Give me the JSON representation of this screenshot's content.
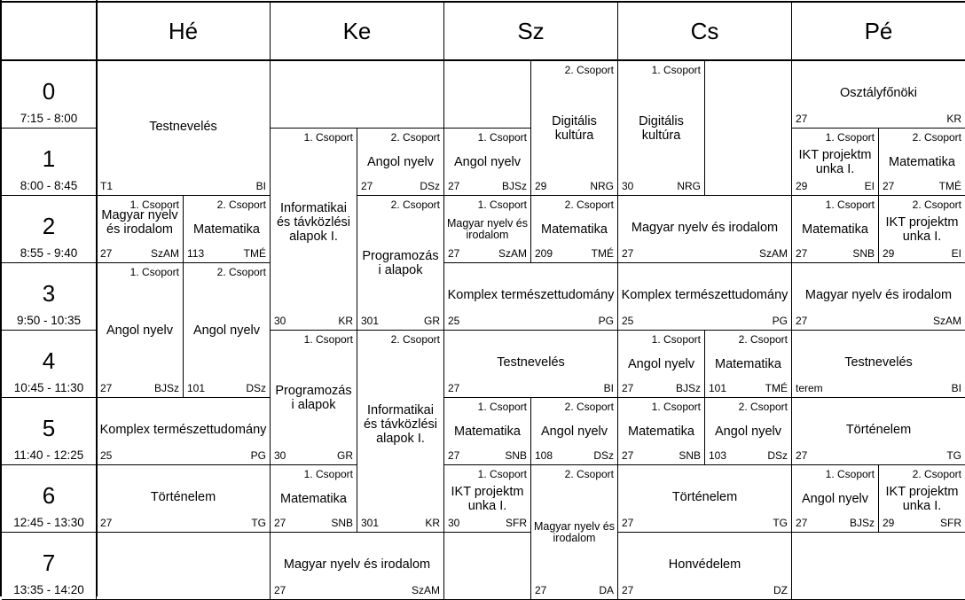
{
  "days": [
    "Hé",
    "Ke",
    "Sz",
    "Cs",
    "Pé"
  ],
  "hours": [
    {
      "num": "0",
      "time": "7:15 - 8:00"
    },
    {
      "num": "1",
      "time": "8:00 - 8:45"
    },
    {
      "num": "2",
      "time": "8:55 - 9:40"
    },
    {
      "num": "3",
      "time": "9:50 - 10:35"
    },
    {
      "num": "4",
      "time": "10:45 - 11:30"
    },
    {
      "num": "5",
      "time": "11:40 - 12:25"
    },
    {
      "num": "6",
      "time": "12:45 - 13:30"
    },
    {
      "num": "7",
      "time": "13:35 - 14:20"
    }
  ],
  "lessons": [
    {
      "day": 0,
      "col": 0,
      "span": 2,
      "row": 0,
      "rows": 2,
      "subject": "Testnevelés",
      "group": "",
      "room": "T1",
      "teacher": "BI"
    },
    {
      "day": 0,
      "col": 0,
      "span": 1,
      "row": 2,
      "rows": 1,
      "subject": "Magyar nyelv és irodalom",
      "group": "1. Csoport",
      "room": "27",
      "teacher": "SzAM"
    },
    {
      "day": 0,
      "col": 1,
      "span": 1,
      "row": 2,
      "rows": 1,
      "subject": "Matematika",
      "group": "2. Csoport",
      "room": "113",
      "teacher": "TMÉ"
    },
    {
      "day": 0,
      "col": 0,
      "span": 1,
      "row": 3,
      "rows": 2,
      "subject": "Angol nyelv",
      "group": "1. Csoport",
      "room": "27",
      "teacher": "BJSz"
    },
    {
      "day": 0,
      "col": 1,
      "span": 1,
      "row": 3,
      "rows": 2,
      "subject": "Angol nyelv",
      "group": "2. Csoport",
      "room": "101",
      "teacher": "DSz"
    },
    {
      "day": 0,
      "col": 0,
      "span": 2,
      "row": 5,
      "rows": 1,
      "subject": "Komplex természettudomány",
      "group": "",
      "room": "25",
      "teacher": "PG"
    },
    {
      "day": 0,
      "col": 0,
      "span": 2,
      "row": 6,
      "rows": 1,
      "subject": "Történelem",
      "group": "",
      "room": "27",
      "teacher": "TG"
    },
    {
      "day": 0,
      "col": 0,
      "span": 2,
      "row": 7,
      "rows": 1,
      "subject": "",
      "group": "",
      "room": "",
      "teacher": ""
    },
    {
      "day": 1,
      "col": 0,
      "span": 2,
      "row": 0,
      "rows": 1,
      "subject": "",
      "group": "",
      "room": "",
      "teacher": ""
    },
    {
      "day": 1,
      "col": 0,
      "span": 1,
      "row": 1,
      "rows": 3,
      "subject": "Informatikai és távközlési alapok I.",
      "group": "1. Csoport",
      "room": "30",
      "teacher": "KR"
    },
    {
      "day": 1,
      "col": 1,
      "span": 1,
      "row": 1,
      "rows": 1,
      "subject": "Angol nyelv",
      "group": "2. Csoport",
      "room": "27",
      "teacher": "DSz"
    },
    {
      "day": 1,
      "col": 1,
      "span": 1,
      "row": 2,
      "rows": 2,
      "subject": "Programozás i alapok",
      "group": "2. Csoport",
      "room": "301",
      "teacher": "GR"
    },
    {
      "day": 1,
      "col": 0,
      "span": 1,
      "row": 4,
      "rows": 2,
      "subject": "Programozás i alapok",
      "group": "1. Csoport",
      "room": "30",
      "teacher": "GR"
    },
    {
      "day": 1,
      "col": 1,
      "span": 1,
      "row": 4,
      "rows": 3,
      "subject": "Informatikai és távközlési alapok I.",
      "group": "2. Csoport",
      "room": "301",
      "teacher": "KR"
    },
    {
      "day": 1,
      "col": 0,
      "span": 1,
      "row": 6,
      "rows": 1,
      "subject": "Matematika",
      "group": "1. Csoport",
      "room": "27",
      "teacher": "SNB"
    },
    {
      "day": 1,
      "col": 0,
      "span": 2,
      "row": 7,
      "rows": 1,
      "subject": "Magyar nyelv és irodalom",
      "group": "",
      "room": "27",
      "teacher": "SzAM"
    },
    {
      "day": 2,
      "col": 0,
      "span": 1,
      "row": 0,
      "rows": 1,
      "subject": "",
      "group": "",
      "room": "",
      "teacher": ""
    },
    {
      "day": 2,
      "col": 1,
      "span": 1,
      "row": 0,
      "rows": 2,
      "subject": "Digitális kultúra",
      "group": "2. Csoport",
      "room": "29",
      "teacher": "NRG"
    },
    {
      "day": 2,
      "col": 0,
      "span": 1,
      "row": 1,
      "rows": 1,
      "subject": "Angol nyelv",
      "group": "1. Csoport",
      "room": "27",
      "teacher": "BJSz"
    },
    {
      "day": 2,
      "col": 0,
      "span": 1,
      "row": 2,
      "rows": 1,
      "subject": "Magyar nyelv és irodalom",
      "group": "1. Csoport",
      "room": "27",
      "teacher": "SzAM",
      "small": true
    },
    {
      "day": 2,
      "col": 1,
      "span": 1,
      "row": 2,
      "rows": 1,
      "subject": "Matematika",
      "group": "2. Csoport",
      "room": "209",
      "teacher": "TMÉ"
    },
    {
      "day": 2,
      "col": 0,
      "span": 2,
      "row": 3,
      "rows": 1,
      "subject": "Komplex természettudomány",
      "group": "",
      "room": "25",
      "teacher": "PG"
    },
    {
      "day": 2,
      "col": 0,
      "span": 2,
      "row": 4,
      "rows": 1,
      "subject": "Testnevelés",
      "group": "",
      "room": "27",
      "teacher": "BI"
    },
    {
      "day": 2,
      "col": 0,
      "span": 1,
      "row": 5,
      "rows": 1,
      "subject": "Matematika",
      "group": "1. Csoport",
      "room": "27",
      "teacher": "SNB"
    },
    {
      "day": 2,
      "col": 1,
      "span": 1,
      "row": 5,
      "rows": 1,
      "subject": "Angol nyelv",
      "group": "2. Csoport",
      "room": "108",
      "teacher": "DSz"
    },
    {
      "day": 2,
      "col": 0,
      "span": 1,
      "row": 6,
      "rows": 1,
      "subject": "IKT projektm unka I.",
      "group": "1. Csoport",
      "room": "30",
      "teacher": "SFR"
    },
    {
      "day": 2,
      "col": 1,
      "span": 1,
      "row": 6,
      "rows": 2,
      "subject": "Magyar nyelv és irodalom",
      "group": "2. Csoport",
      "room": "27",
      "teacher": "DA",
      "small": true
    },
    {
      "day": 2,
      "col": 0,
      "span": 1,
      "row": 7,
      "rows": 1,
      "subject": "",
      "group": "",
      "room": "",
      "teacher": ""
    },
    {
      "day": 3,
      "col": 0,
      "span": 1,
      "row": 0,
      "rows": 2,
      "subject": "Digitális kultúra",
      "group": "1. Csoport",
      "room": "30",
      "teacher": "NRG"
    },
    {
      "day": 3,
      "col": 1,
      "span": 1,
      "row": 0,
      "rows": 2,
      "subject": "",
      "group": "",
      "room": "",
      "teacher": ""
    },
    {
      "day": 3,
      "col": 0,
      "span": 2,
      "row": 2,
      "rows": 1,
      "subject": "Magyar nyelv és irodalom",
      "group": "",
      "room": "27",
      "teacher": "SzAM"
    },
    {
      "day": 3,
      "col": 0,
      "span": 2,
      "row": 3,
      "rows": 1,
      "subject": "Komplex természettudomány",
      "group": "",
      "room": "25",
      "teacher": "PG"
    },
    {
      "day": 3,
      "col": 0,
      "span": 1,
      "row": 4,
      "rows": 1,
      "subject": "Angol nyelv",
      "group": "1. Csoport",
      "room": "27",
      "teacher": "BJSz"
    },
    {
      "day": 3,
      "col": 1,
      "span": 1,
      "row": 4,
      "rows": 1,
      "subject": "Matematika",
      "group": "2. Csoport",
      "room": "101",
      "teacher": "TMÉ"
    },
    {
      "day": 3,
      "col": 0,
      "span": 1,
      "row": 5,
      "rows": 1,
      "subject": "Matematika",
      "group": "1. Csoport",
      "room": "27",
      "teacher": "SNB"
    },
    {
      "day": 3,
      "col": 1,
      "span": 1,
      "row": 5,
      "rows": 1,
      "subject": "Angol nyelv",
      "group": "2. Csoport",
      "room": "103",
      "teacher": "DSz"
    },
    {
      "day": 3,
      "col": 0,
      "span": 2,
      "row": 6,
      "rows": 1,
      "subject": "Történelem",
      "group": "",
      "room": "27",
      "teacher": "TG"
    },
    {
      "day": 3,
      "col": 0,
      "span": 2,
      "row": 7,
      "rows": 1,
      "subject": "Honvédelem",
      "group": "",
      "room": "27",
      "teacher": "DZ"
    },
    {
      "day": 4,
      "col": 0,
      "span": 2,
      "row": 0,
      "rows": 1,
      "subject": "Osztályfőnöki",
      "group": "",
      "room": "27",
      "teacher": "KR"
    },
    {
      "day": 4,
      "col": 0,
      "span": 1,
      "row": 1,
      "rows": 1,
      "subject": "IKT projektm unka I.",
      "group": "1. Csoport",
      "room": "29",
      "teacher": "EI"
    },
    {
      "day": 4,
      "col": 1,
      "span": 1,
      "row": 1,
      "rows": 1,
      "subject": "Matematika",
      "group": "2. Csoport",
      "room": "27",
      "teacher": "TMÉ"
    },
    {
      "day": 4,
      "col": 0,
      "span": 1,
      "row": 2,
      "rows": 1,
      "subject": "Matematika",
      "group": "1. Csoport",
      "room": "27",
      "teacher": "SNB"
    },
    {
      "day": 4,
      "col": 1,
      "span": 1,
      "row": 2,
      "rows": 1,
      "subject": "IKT projektm unka I.",
      "group": "2. Csoport",
      "room": "29",
      "teacher": "EI"
    },
    {
      "day": 4,
      "col": 0,
      "span": 2,
      "row": 3,
      "rows": 1,
      "subject": "Magyar nyelv és irodalom",
      "group": "",
      "room": "27",
      "teacher": "SzAM"
    },
    {
      "day": 4,
      "col": 0,
      "span": 2,
      "row": 4,
      "rows": 1,
      "subject": "Testnevelés",
      "group": "",
      "room": "terem",
      "teacher": "BI"
    },
    {
      "day": 4,
      "col": 0,
      "span": 2,
      "row": 5,
      "rows": 1,
      "subject": "Történelem",
      "group": "",
      "room": "27",
      "teacher": "TG"
    },
    {
      "day": 4,
      "col": 0,
      "span": 1,
      "row": 6,
      "rows": 1,
      "subject": "Angol nyelv",
      "group": "1. Csoport",
      "room": "27",
      "teacher": "BJSz"
    },
    {
      "day": 4,
      "col": 1,
      "span": 1,
      "row": 6,
      "rows": 1,
      "subject": "IKT projektm unka I.",
      "group": "2. Csoport",
      "room": "29",
      "teacher": "SFR"
    },
    {
      "day": 4,
      "col": 0,
      "span": 2,
      "row": 7,
      "rows": 1,
      "subject": "",
      "group": "",
      "room": "",
      "teacher": ""
    }
  ]
}
